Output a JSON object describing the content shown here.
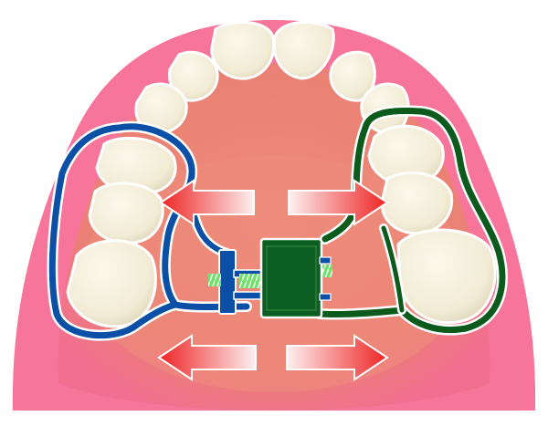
{
  "figure": {
    "subject": "palatal-expander-diagram",
    "colors": {
      "background": "#ffffff",
      "gum_outer": "#f7759a",
      "gum_inner": "#e98275",
      "gum_center": "#ef8b7a",
      "tooth": "#f6f1df",
      "tooth_shade": "#e4dcc3",
      "left_appliance": "#0b4fa6",
      "right_appliance": "#0c5a1c",
      "screw_body": "#0d5e22",
      "spring_green": "#6fe06a",
      "arrow_red": "#ee2b2b",
      "arrow_fade": "#fbe3e3"
    },
    "arrows": [
      {
        "name": "upper-left-arrow",
        "direction": "left"
      },
      {
        "name": "upper-right-arrow",
        "direction": "right"
      },
      {
        "name": "lower-left-arrow",
        "direction": "left"
      },
      {
        "name": "lower-right-arrow",
        "direction": "right"
      }
    ]
  }
}
